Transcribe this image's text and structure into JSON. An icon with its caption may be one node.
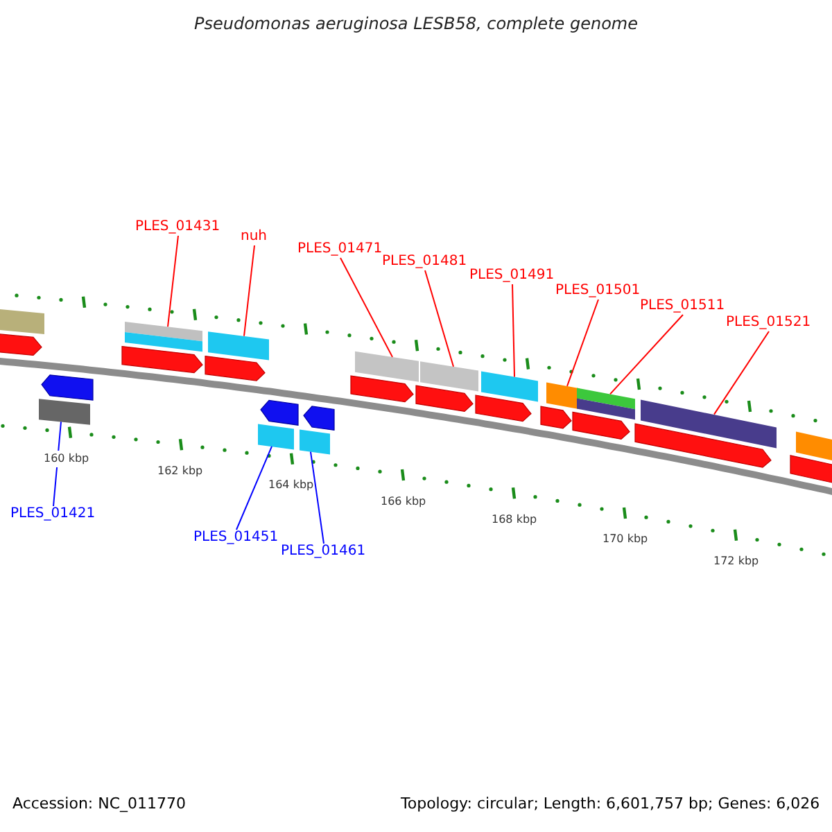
{
  "diagram": {
    "title": "Pseudomonas aeruginosa LESB58, complete genome",
    "nodes": [
      {
        "text": [
          "PLES_01431"
        ]
      },
      {
        "text": [
          "nuh"
        ]
      },
      {
        "text": [
          "PLES_01471"
        ]
      },
      {
        "text": [
          "PLES_01481"
        ]
      },
      {
        "text": [
          "PLES_01491"
        ]
      },
      {
        "text": [
          "PLES_01501"
        ]
      },
      {
        "text": [
          "PLES_01511"
        ]
      },
      {
        "text": [
          "PLES_01521"
        ]
      },
      {
        "text": [
          "PLES_01421"
        ]
      },
      {
        "text": [
          "PLES_01451"
        ]
      },
      {
        "text": [
          "PLES_01461"
        ]
      },
      {
        "text": [],
        "shape": "bar"
      },
      {
        "text": [],
        "shape": "bar"
      },
      {
        "text": [],
        "shape": "bar"
      },
      {
        "text": [],
        "shape": "bar"
      },
      {
        "text": [],
        "shape": "bar"
      },
      {
        "text": [],
        "shape": "bar"
      },
      {
        "text": [],
        "shape": "bar"
      },
      {
        "text": [],
        "shape": "bar"
      },
      {
        "text": [],
        "shape": "bar"
      },
      {
        "text": [],
        "shape": "bar"
      },
      {
        "text": [],
        "shape": "bar"
      },
      {
        "text": [],
        "shape": "arrow"
      },
      {
        "text": [],
        "shape": "arrow"
      },
      {
        "text": [],
        "shape": "arrow"
      },
      {
        "text": [],
        "shape": "arrow"
      },
      {
        "text": [],
        "shape": "arrow"
      },
      {
        "text": [],
        "shape": "arrow"
      },
      {
        "text": [],
        "shape": "arrow"
      },
      {
        "text": [],
        "shape": "arrow"
      },
      {
        "text": [],
        "shape": "arrow"
      },
      {
        "text": [],
        "shape": "arrow"
      },
      {
        "text": [],
        "shape": "arrow"
      },
      {
        "text": [],
        "shape": "arrow"
      },
      {
        "text": [],
        "shape": "arrow"
      },
      {
        "text": [],
        "shape": "bar"
      },
      {
        "text": [],
        "shape": "bar"
      }
    ],
    "edges": [
      {
        "from": 0,
        "to": 11,
        "arrow": "none"
      },
      {
        "from": 1,
        "to": 12,
        "arrow": "none"
      },
      {
        "from": 2,
        "to": 13,
        "arrow": "none"
      },
      {
        "from": 3,
        "to": 14,
        "arrow": "none"
      },
      {
        "from": 4,
        "to": 15,
        "arrow": "none"
      },
      {
        "from": 5,
        "to": 16,
        "arrow": "none"
      },
      {
        "from": 6,
        "to": 17,
        "arrow": "none"
      },
      {
        "from": 7,
        "to": 18,
        "arrow": "none"
      },
      {
        "from": 8,
        "to": 19,
        "arrow": "none",
        "color": "#0000ff"
      },
      {
        "from": 9,
        "to": 20,
        "arrow": "none",
        "color": "#0000ff"
      },
      {
        "from": 10,
        "to": 21,
        "arrow": "none",
        "color": "#0000ff"
      }
    ],
    "labels": [
      "160 kbp",
      "162 kbp",
      "164 kbp",
      "166 kbp",
      "168 kbp",
      "170 kbp",
      "172 kbp",
      "Accession: NC_011770",
      "Topology: circular; Length: 6,601,757 bp; Genes: 6,026"
    ]
  }
}
